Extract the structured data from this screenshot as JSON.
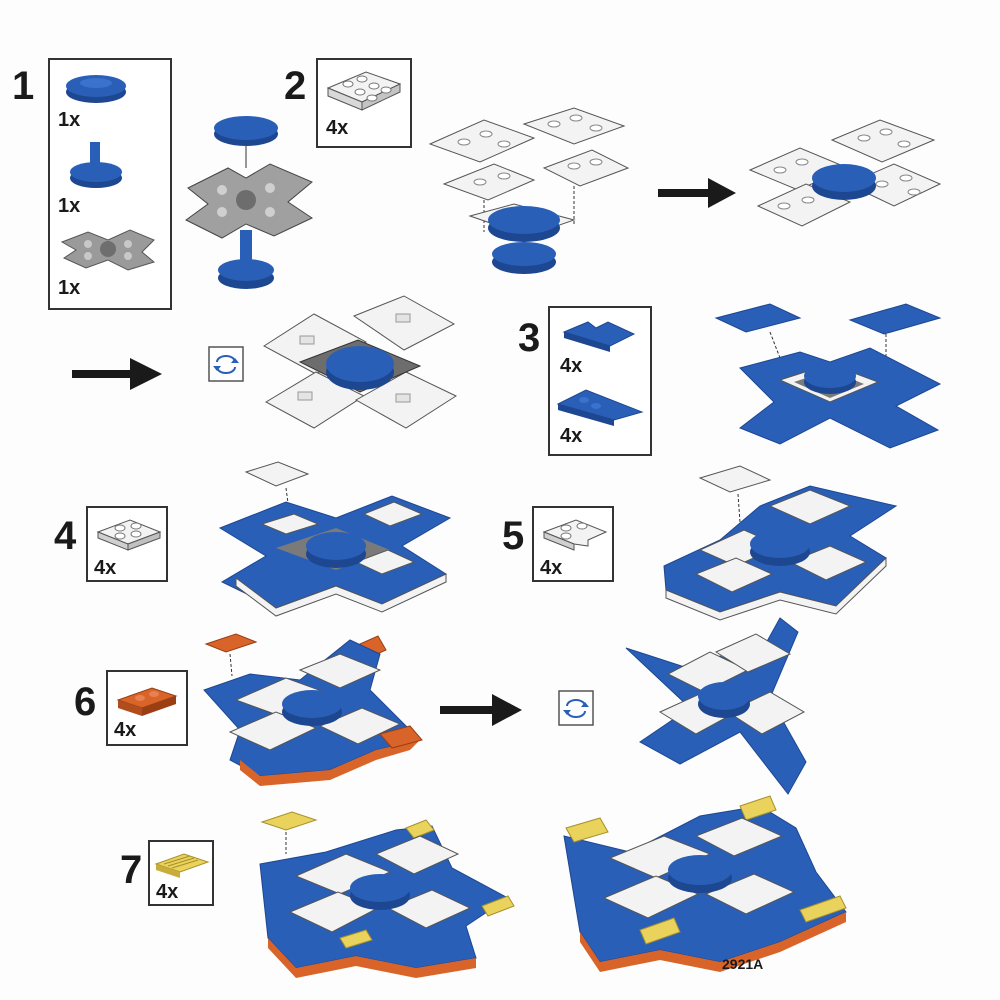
{
  "steps": [
    {
      "number": "1",
      "parts": [
        {
          "qty": "1x",
          "icon": "round-tile-blue"
        },
        {
          "qty": "1x",
          "icon": "round-axle-blue"
        },
        {
          "qty": "1x",
          "icon": "cross-plate-gray"
        }
      ]
    },
    {
      "number": "2",
      "parts": [
        {
          "qty": "4x",
          "icon": "plate-2x3-white"
        }
      ]
    },
    {
      "number": "3",
      "parts": [
        {
          "qty": "4x",
          "icon": "plate-notched-blue"
        },
        {
          "qty": "4x",
          "icon": "wedge-plate-blue"
        }
      ]
    },
    {
      "number": "4",
      "parts": [
        {
          "qty": "4x",
          "icon": "plate-2x2-white"
        }
      ]
    },
    {
      "number": "5",
      "parts": [
        {
          "qty": "4x",
          "icon": "plate-corner-white"
        }
      ]
    },
    {
      "number": "6",
      "parts": [
        {
          "qty": "4x",
          "icon": "plate-1x2-orange"
        }
      ]
    },
    {
      "number": "7",
      "parts": [
        {
          "qty": "4x",
          "icon": "tile-grille-yellow"
        }
      ]
    }
  ],
  "colors": {
    "blue": "#2a5fb8",
    "blue_dark": "#1d4791",
    "white": "#f3f3f3",
    "gray": "#8a8a8a",
    "orange": "#d8642a",
    "yellow": "#e9d35c"
  },
  "footer": {
    "code": "2921A"
  }
}
